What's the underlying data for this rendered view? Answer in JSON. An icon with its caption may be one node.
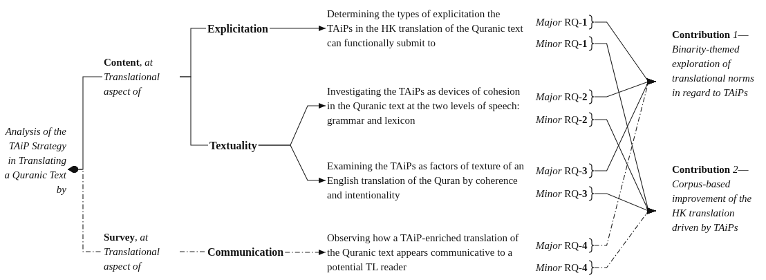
{
  "diagram": {
    "nodes": [
      {
        "text": [
          "Analysis of the TAiP Strategy in Translating a Quranic Text by"
        ]
      },
      {
        "text": [
          "**Content**, *at Translational aspect of*"
        ]
      },
      {
        "text": [
          "**Survey**, *at Translational aspect of*"
        ]
      },
      {
        "text": [
          "Explicitation"
        ]
      },
      {
        "text": [
          "Textuality"
        ]
      },
      {
        "text": [
          "Communication"
        ]
      },
      {
        "text": [
          "Determining the types of explicitation the TAiPs in the HK translation of the Quranic text can functionally submit to"
        ]
      },
      {
        "text": [
          "Investigating the TAiPs as devices of cohesion in the Quranic text at the two levels of speech: grammar and lexicon"
        ]
      },
      {
        "text": [
          "Examining the TAiPs as factors of texture of an English translation of the Quran by coherence and intentionality"
        ]
      },
      {
        "text": [
          "Observing how a TAiP-enriched translation of the Quranic text appears communicative to a potential TL reader"
        ]
      },
      {
        "text": [
          "*Major* RQ-**1**"
        ]
      },
      {
        "text": [
          "*Minor* RQ-**1**"
        ]
      },
      {
        "text": [
          "*Major* RQ-**2**"
        ]
      },
      {
        "text": [
          "*Minor* RQ-**2**"
        ]
      },
      {
        "text": [
          "*Major* RQ-**3**"
        ]
      },
      {
        "text": [
          "*Minor* RQ-**3**"
        ]
      },
      {
        "text": [
          "*Major* RQ-**4**"
        ]
      },
      {
        "text": [
          "*Minor* RQ-**4**"
        ]
      },
      {
        "text": [
          "**Contribution** *1*—",
          "Binarity-themed exploration of translational norms in regard to TAiPs"
        ]
      },
      {
        "text": [
          "**Contribution** *2*—",
          "Corpus-based improvement of the HK translation driven by TAiPs"
        ]
      }
    ],
    "edges": [
      {
        "from": 0,
        "to": 1,
        "arrow": "other"
      },
      {
        "from": 0,
        "to": 2,
        "arrow": "other",
        "style": "dashed"
      },
      {
        "from": 1,
        "to": 3,
        "arrow": "none"
      },
      {
        "from": 1,
        "to": 4,
        "arrow": "none"
      },
      {
        "from": 2,
        "to": 5,
        "arrow": "none",
        "style": "dashed"
      },
      {
        "from": 3,
        "to": 6,
        "arrow": "to"
      },
      {
        "from": 4,
        "to": 7,
        "arrow": "to"
      },
      {
        "from": 4,
        "to": 8,
        "arrow": "to"
      },
      {
        "from": 5,
        "to": 9,
        "arrow": "to",
        "style": "dashed"
      },
      {
        "from": 10,
        "to": 18,
        "arrow": "to"
      },
      {
        "from": 11,
        "to": 19,
        "arrow": "to"
      },
      {
        "from": 12,
        "to": 18,
        "arrow": "to"
      },
      {
        "from": 13,
        "to": 19,
        "arrow": "to"
      },
      {
        "from": 14,
        "to": 18,
        "arrow": "to"
      },
      {
        "from": 15,
        "to": 19,
        "arrow": "to"
      },
      {
        "from": 16,
        "to": 18,
        "arrow": "to",
        "style": "dashed"
      },
      {
        "from": 17,
        "to": 19,
        "arrow": "to",
        "style": "dashed"
      }
    ]
  }
}
